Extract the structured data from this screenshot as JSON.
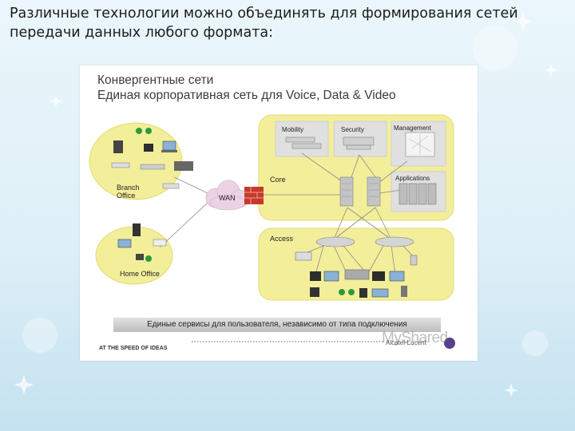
{
  "slide": {
    "title_line1": "Различные технологии можно объединять для формирования сетей",
    "title_line2": "передачи данных любого формата:"
  },
  "figure": {
    "heading1": "Конвергентные сети",
    "heading2": "Единая корпоративная сеть для Voice, Data & Video",
    "labels": {
      "branch_office": "Branch Office",
      "home_office": "Home Office",
      "wan": "WAN",
      "core": "Core",
      "access": "Access",
      "mobility": "Mobility",
      "security": "Security",
      "management": "Management",
      "applications": "Applications"
    },
    "banner": "Единые сервисы для пользователя, независимо от типа подключения",
    "footer_left": "AT THE SPEED OF IDEAS",
    "brand": "Alcatel-Lucent",
    "watermark": "MyShared"
  },
  "colors": {
    "zone_yellow": "#f3ee9a",
    "zone_border": "#e4db72",
    "box_gray": "#e0e0e0",
    "cloud_pink": "#ecd3e4",
    "firewall_red": "#c8382a",
    "background": "#e3f3fa"
  },
  "icons": [
    "phone-icon",
    "laptop-icon",
    "user-icon",
    "server-icon",
    "switch-icon",
    "router-icon",
    "firewall-icon",
    "cloud-icon",
    "wifi-access-point-icon"
  ]
}
